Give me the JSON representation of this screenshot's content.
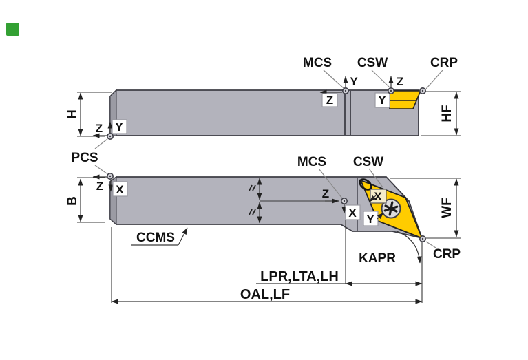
{
  "bullet": {
    "color": "#33a033"
  },
  "colors": {
    "body_gray": "#b3b3bc",
    "end_face_gray": "#9b9ba4",
    "outline": "#3e3e46",
    "insert_yellow": "#ffcc00",
    "screw_gray": "#dcdcdc",
    "highlight_box": "#f4ecca",
    "dim_line": "#3a3a3a",
    "leader_line": "#8a8a8a"
  },
  "labels": {
    "pcs": "PCS",
    "lpr_lta_lh": "LPR,LTA,LH",
    "oal_lf": "OAL,LF"
  },
  "top_view": {
    "mcs": "MCS",
    "csw": "CSW",
    "crp": "CRP",
    "h": "H",
    "hf": "HF",
    "mcs_axis_up": "Y",
    "mcs_axis_left": "Z",
    "csw_axis_up": "Z",
    "csw_axis_box": "Y",
    "pcs_axis_up": "Y",
    "pcs_axis_left": "Z"
  },
  "bottom_view": {
    "mcs": "MCS",
    "csw": "CSW",
    "crp": "CRP",
    "b": "B",
    "wf": "WF",
    "kapr": "KAPR",
    "ccms": "CCMS",
    "pcs_axis_down": "X",
    "pcs_axis_left": "Z",
    "mcs_axis_right": "Z",
    "mcs_axis_down": "X",
    "csw_axis_x": "X",
    "csw_axis_y": "Y"
  }
}
